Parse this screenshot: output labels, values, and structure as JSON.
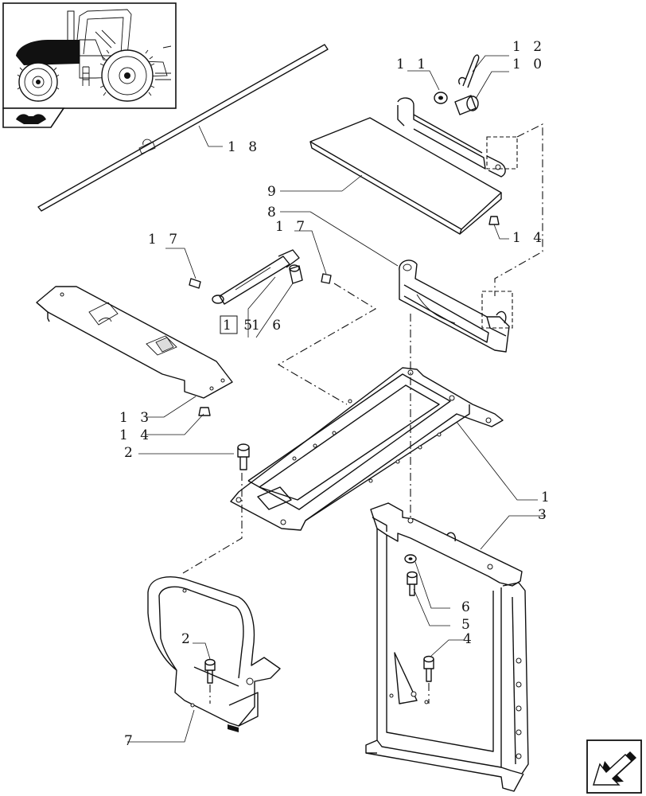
{
  "callouts": {
    "c1": "1",
    "c2a": "2",
    "c2b": "2",
    "c3": "3",
    "c4": "4",
    "c5": "5",
    "c6": "6",
    "c7": "7",
    "c8": "8",
    "c9": "9",
    "c10": "1 0",
    "c11": "1 1",
    "c12": "1 2",
    "c13": "1 3",
    "c14a": "1 4",
    "c14b": "1 4",
    "c15": "1 5",
    "c16": "1 6",
    "c17a": "1 7",
    "c17b": "1 7",
    "c18": "1 8"
  },
  "icons": {
    "thumbnail": "tractor-thumbnail-icon",
    "book": "book-catalog-icon",
    "next": "next-page-arrow-icon"
  }
}
